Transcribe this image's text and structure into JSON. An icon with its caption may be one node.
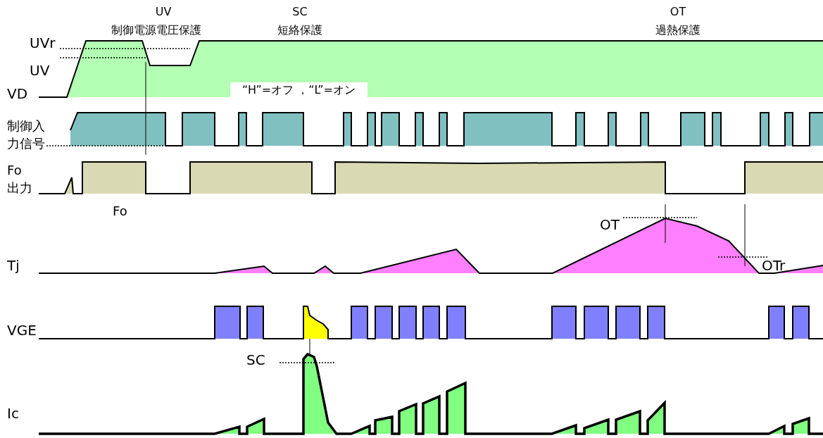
{
  "diagram": {
    "labels": [
      "UV",
      "制御電源電圧保護",
      "SC",
      "短絡保護",
      "OT",
      "過熱保護",
      "UVr",
      "UV",
      "VD",
      "“H”=オフ ，“L”=オン",
      "制御入力信号",
      "Fo出力",
      "Fo",
      "OT",
      "Tj",
      "OTr",
      "VGE",
      "SC",
      "Ic"
    ]
  }
}
